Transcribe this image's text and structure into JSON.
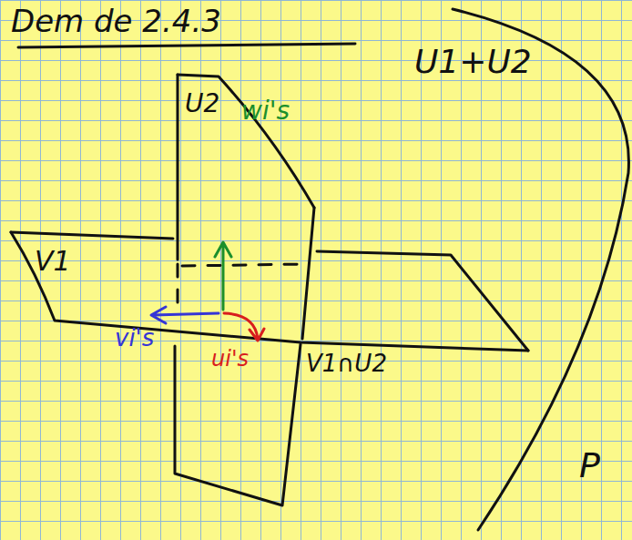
{
  "diagram": {
    "title": "Dem de 2.4.3",
    "labels": [
      "U1+U2",
      "U2",
      "wi's",
      "V1",
      "vi's",
      "ui's",
      "V1∩U2",
      "P"
    ]
  }
}
